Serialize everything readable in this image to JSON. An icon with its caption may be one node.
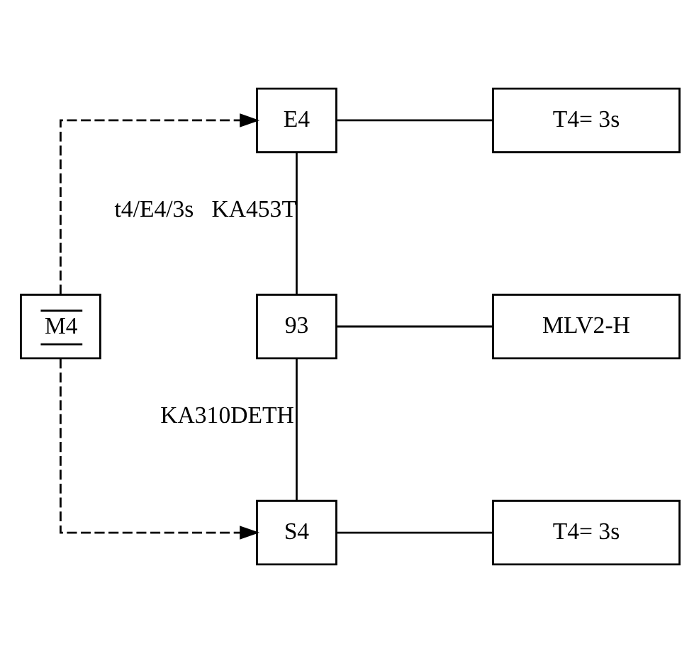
{
  "diagram": {
    "nodes": [
      {
        "text": [
          "E4"
        ]
      },
      {
        "text": [
          "T4= 3s"
        ]
      },
      {
        "text": [
          "93"
        ]
      },
      {
        "text": [
          "MLV2-H"
        ]
      },
      {
        "text": [
          "S4"
        ]
      },
      {
        "text": [
          "T4= 3s"
        ]
      },
      {
        "text": [
          "M4"
        ]
      }
    ],
    "edges": [
      {
        "from": 0,
        "to": 1,
        "arrow": "none"
      },
      {
        "from": 0,
        "to": 2,
        "arrow": "none",
        "label": "t4/E4/3s   KA453T"
      },
      {
        "from": 2,
        "to": 3,
        "arrow": "none"
      },
      {
        "from": 2,
        "to": 4,
        "arrow": "none",
        "label": "KA310DETH"
      },
      {
        "from": 4,
        "to": 5,
        "arrow": "none"
      },
      {
        "from": 6,
        "to": 0,
        "arrow": "to",
        "style": "dashed"
      },
      {
        "from": 6,
        "to": 4,
        "arrow": "to",
        "style": "dashed"
      }
    ]
  }
}
